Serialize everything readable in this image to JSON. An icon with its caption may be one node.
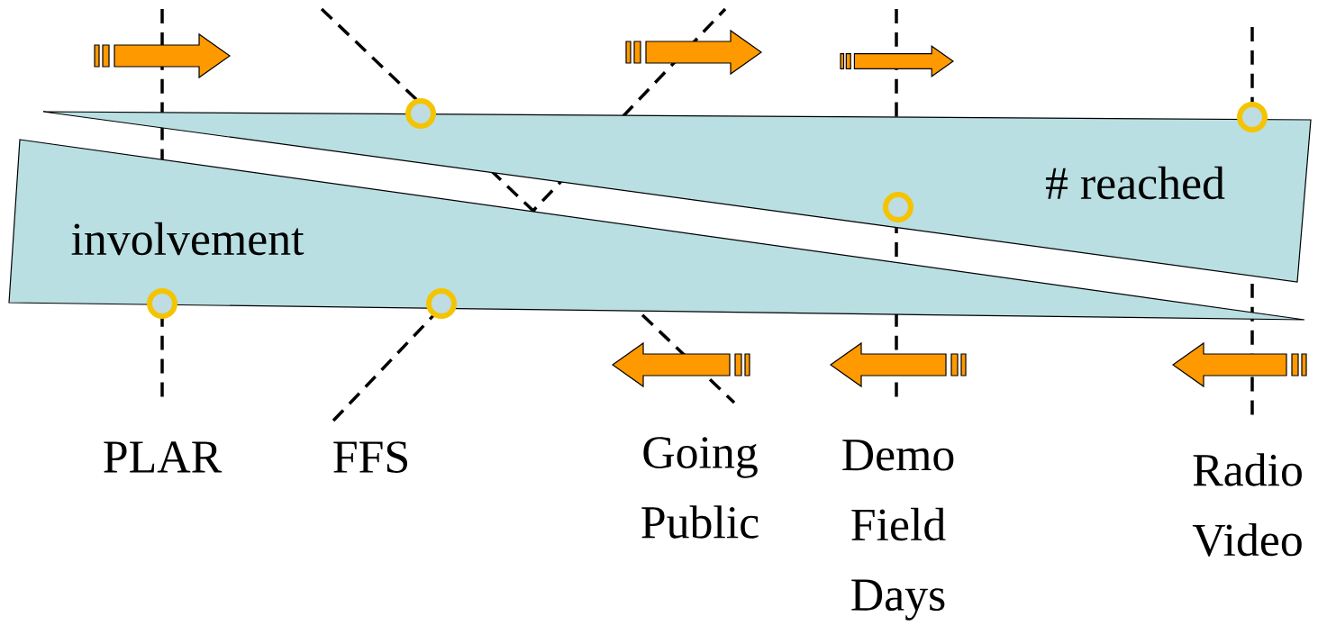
{
  "diagram": {
    "nodes": [
      {
        "text": [
          "# reached"
        ]
      },
      {
        "text": [
          "involvement"
        ]
      }
    ],
    "labels": [
      "PLAR",
      "FFS",
      "Going Public",
      "Demo Field Days",
      "Radio Video"
    ]
  }
}
